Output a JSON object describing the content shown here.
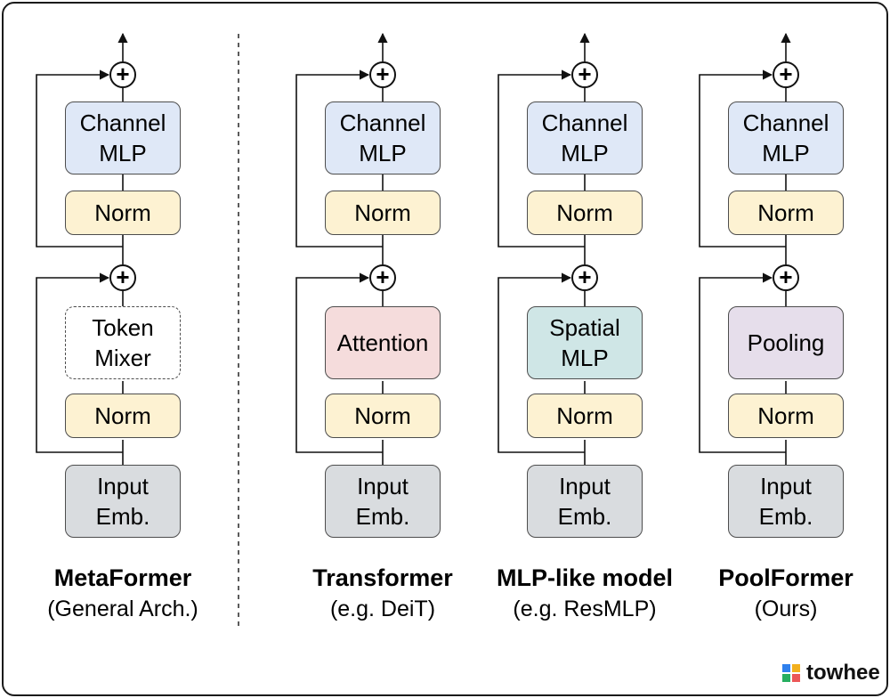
{
  "columns": [
    {
      "mixer_label": "Token\nMixer",
      "mixer_style": "mixer",
      "title": "MetaFormer",
      "subtitle": "(General Arch.)"
    },
    {
      "mixer_label": "Attention",
      "mixer_style": "attention",
      "title": "Transformer",
      "subtitle": "(e.g. DeiT)"
    },
    {
      "mixer_label": "Spatial\nMLP",
      "mixer_style": "spatial",
      "title": "MLP-like model",
      "subtitle": "(e.g. ResMLP)"
    },
    {
      "mixer_label": "Pooling",
      "mixer_style": "pooling",
      "title": "PoolFormer",
      "subtitle": "(Ours)"
    }
  ],
  "blocks": {
    "channel_mlp": "Channel\nMLP",
    "norm": "Norm",
    "input_emb": "Input\nEmb.",
    "plus": "+"
  },
  "logo": {
    "text": "towhee"
  },
  "colors": {
    "channel_mlp": "#dfe8f7",
    "norm": "#fdf2d2",
    "input_emb": "#d9dcdf",
    "attention": "#f5dcdc",
    "spatial_mlp": "#cfe6e6",
    "pooling": "#e6deeb"
  }
}
